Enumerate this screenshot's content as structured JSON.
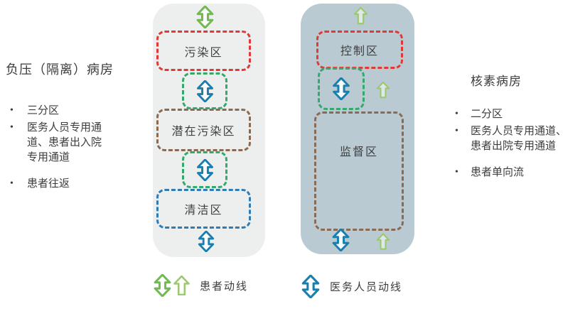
{
  "left_section": {
    "title": "负压（隔离）病房",
    "bullets": [
      {
        "lines": [
          "三分区"
        ]
      },
      {
        "lines": [
          "医务人员专用通",
          "道、患者出入院",
          "专用通道"
        ]
      },
      {
        "lines": [
          "患者往返"
        ]
      }
    ]
  },
  "right_section": {
    "title": "核素病房",
    "bullets": [
      {
        "lines": [
          "二分区"
        ]
      },
      {
        "lines": [
          "医务人员专用通道、",
          "患者出院专用通道"
        ]
      },
      {
        "lines": [
          "患者单向流"
        ]
      }
    ]
  },
  "left_panel": {
    "zones": [
      {
        "label": "污染区",
        "color": "#e23937"
      },
      {
        "label": "潜在污染区",
        "color": "#8a6a52"
      },
      {
        "label": "清洁区",
        "color": "#2e7cb3"
      }
    ]
  },
  "right_panel": {
    "zones": [
      {
        "label": "控制区",
        "color": "#e23937"
      },
      {
        "label": "监督区",
        "color": "#8a6a52"
      }
    ]
  },
  "legend": {
    "items": [
      {
        "label": "患者动线",
        "icon": "patient-arrows"
      },
      {
        "label": "医务人员动线",
        "icon": "staff-arrow"
      }
    ]
  },
  "colors": {
    "panel_left_bg": "#ecefee",
    "panel_right_bg": "#b9cad3",
    "zone_red": "#e23937",
    "zone_green": "#35a96c",
    "zone_brown": "#8a6a52",
    "zone_blue": "#2e7cb3",
    "arrow_blue": "#1a7fae",
    "arrow_green_dark": "#72b952",
    "arrow_green_light": "#9cc96f",
    "text": "#3d3d3d"
  }
}
